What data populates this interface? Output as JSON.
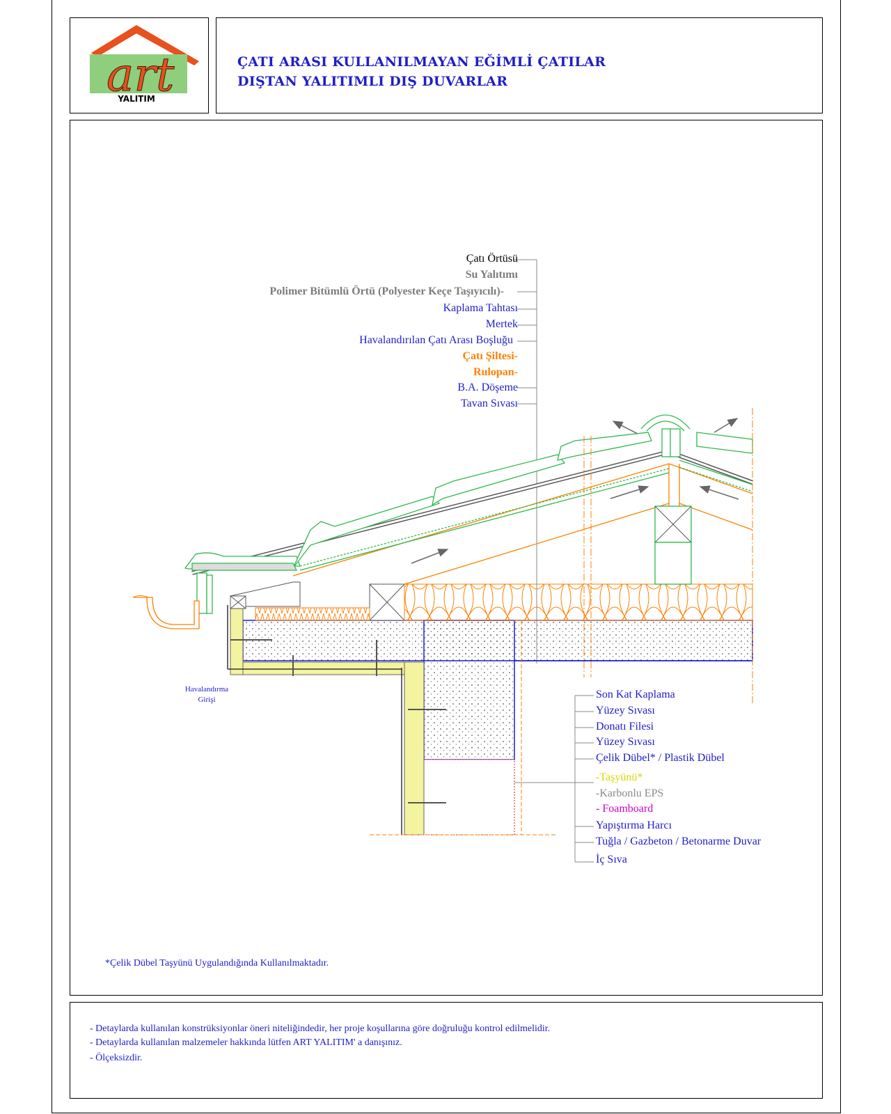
{
  "header": {
    "logo_text": "art",
    "logo_subtitle": "YALITIM",
    "title_line1": "ÇATI ARASI KULLANILMAYAN EĞİMLİ ÇATILAR",
    "title_line2": "DIŞTAN YALITIMLI DIŞ DUVARLAR"
  },
  "roof_labels": [
    {
      "text": "Çatı Örtüsü",
      "color": "#1e1ec8"
    },
    {
      "text": "Su Yalıtımı",
      "color": "#7d7d7d"
    },
    {
      "text": "Polimer Bitümlü Örtü (Polyester Keçe Taşıyıcılı)-",
      "color": "#7d7d7d"
    },
    {
      "text": "Kaplama Tahtası",
      "color": "#1e1ec8"
    },
    {
      "text": "Mertek",
      "color": "#1e1ec8"
    },
    {
      "text": "Havalandırılan Çatı Arası Boşluğu",
      "color": "#1e1ec8"
    },
    {
      "text": "Çatı Şiltesi-",
      "color": "#ff8000"
    },
    {
      "text": "Rulopan-",
      "color": "#ff8000"
    },
    {
      "text": "B.A. Döşeme",
      "color": "#1e1ec8"
    },
    {
      "text": "Tavan Sıvası",
      "color": "#1e1ec8"
    }
  ],
  "wall_labels": [
    {
      "text": "Son Kat Kaplama",
      "color": "#1e1ec8"
    },
    {
      "text": "Yüzey Sıvası",
      "color": "#1e1ec8"
    },
    {
      "text": "Donatı Filesi",
      "color": "#1e1ec8"
    },
    {
      "text": "Yüzey Sıvası",
      "color": "#1e1ec8"
    },
    {
      "text": "Çelik Dübel* / Plastik Dübel",
      "color": "#1e1ec8"
    },
    {
      "text": "-Taşyünü*",
      "color": "#d6d600"
    },
    {
      "text": "-Karbonlu EPS",
      "color": "#8a8a8a"
    },
    {
      "text": "- Foamboard",
      "color": "#d000d0"
    },
    {
      "text": "Yapıştırma Harcı",
      "color": "#1e1ec8"
    },
    {
      "text": "Tuğla / Gazbeton / Betonarme Duvar",
      "color": "#1e1ec8"
    },
    {
      "text": "İç Sıva",
      "color": "#1e1ec8"
    }
  ],
  "ventilation_label_line1": "Havalandırma",
  "ventilation_label_line2": "Girişi",
  "footnote": "*Çelik Dübel Taşyünü Uygulandığında Kullanılmaktadır.",
  "notes": [
    "- Detaylarda kullanılan konstrüksiyonlar öneri niteliğindedir, her proje koşullarına göre doğruluğu kontrol edilmelidir.",
    "- Detaylarda kullanılan malzemeler hakkında lütfen ART YALITIM' a danışınız.",
    "- Ölçeksizdir."
  ],
  "colors": {
    "title": "#1e1ec8",
    "roof_tile": "#2fb84f",
    "insulation": "#ff8000",
    "concrete": "#1e1ec8",
    "rockwool": "#d6d600",
    "logo_bg": "#8fce7c",
    "logo_text": "#e8501e"
  }
}
